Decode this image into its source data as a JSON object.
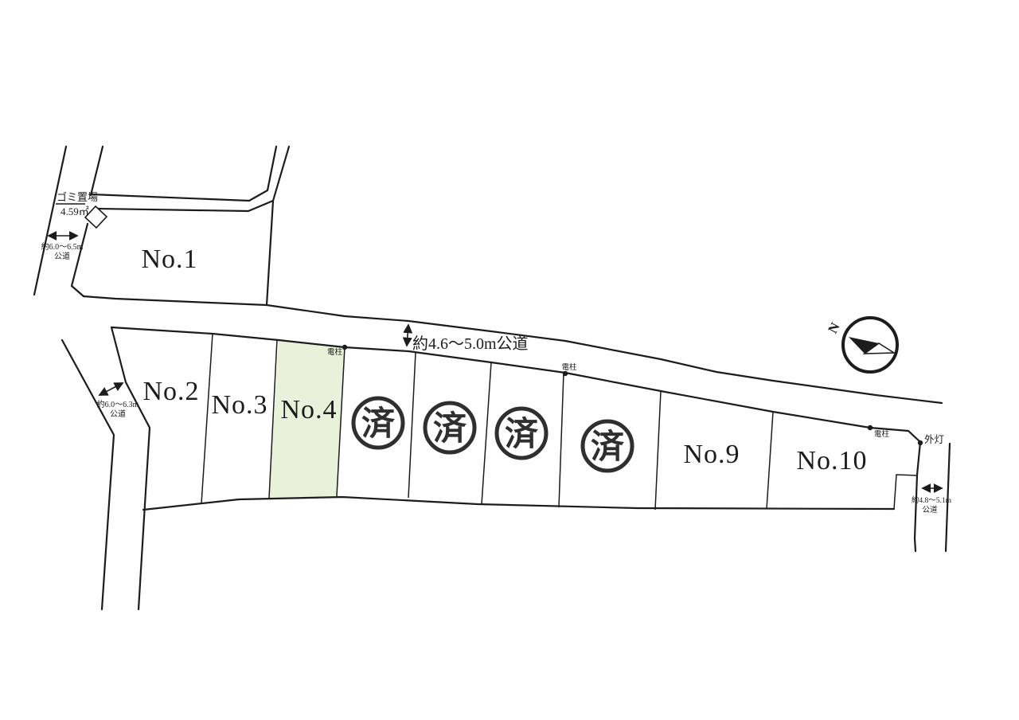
{
  "diagram": {
    "kind": "land-plot-layout",
    "background_color": "#ffffff",
    "line_color": "#1c1c1c",
    "highlight_fill": "#e9f1da",
    "sold_stamp_color": "#2f2f2f"
  },
  "lots": {
    "no1": "No.1",
    "no2": "No.2",
    "no3": "No.3",
    "no4": "No.4",
    "no9": "No.9",
    "no10": "No.10"
  },
  "sold_mark": "済",
  "garbage_area": {
    "label": "ゴミ置場",
    "size": "4.59㎡"
  },
  "roads": {
    "north_road": "約4.6～5.0m公道",
    "west_road_upper": {
      "width": "約6.0～6.5m",
      "type": "公道"
    },
    "west_road_lower": {
      "width": "約6.0～6.3m",
      "type": "公道"
    },
    "east_road": {
      "width": "約4.8～5.1m",
      "type": "公道"
    }
  },
  "markers": {
    "utility_pole": "電柱",
    "street_light": "外灯",
    "compass_north": "N"
  }
}
